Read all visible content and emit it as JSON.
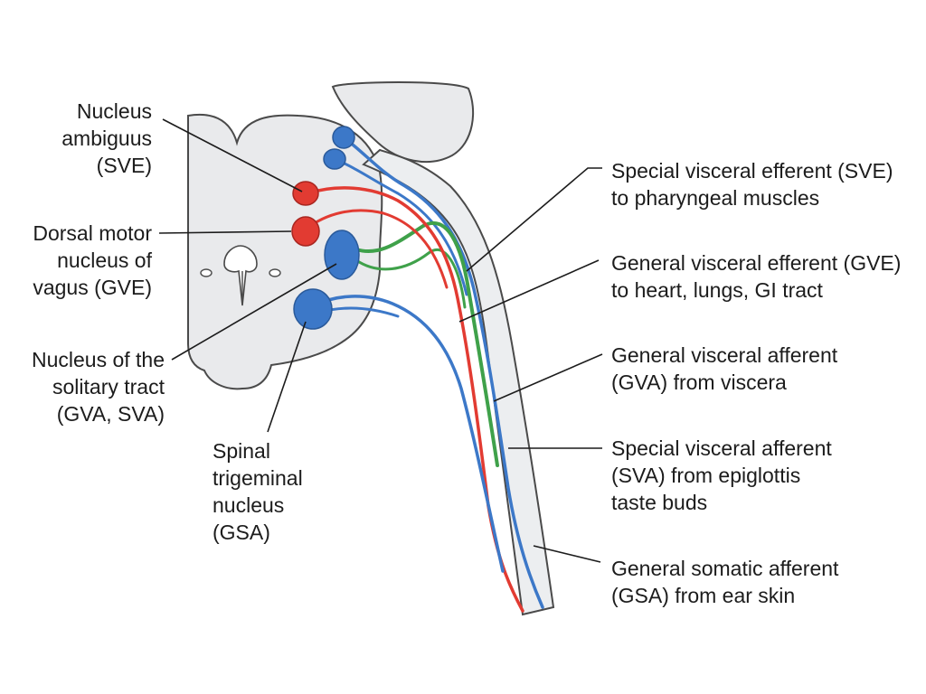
{
  "labels": {
    "nucleus_ambiguus": [
      "Nucleus",
      "ambiguus",
      "(SVE)"
    ],
    "dorsal_motor": [
      "Dorsal motor",
      "nucleus of",
      "vagus (GVE)"
    ],
    "solitary": [
      "Nucleus of the",
      "solitary tract",
      "(GVA, SVA)"
    ],
    "spinal_trigeminal": [
      "Spinal",
      "trigeminal",
      "nucleus",
      "(GSA)"
    ],
    "sve": [
      "Special visceral efferent (SVE)",
      "to pharyngeal muscles"
    ],
    "gve": [
      "General visceral efferent (GVE)",
      "to heart, lungs, GI tract"
    ],
    "gva": [
      "General visceral afferent",
      "(GVA) from viscera"
    ],
    "sva": [
      "Special visceral afferent",
      "(SVA) from epiglottis",
      "taste buds"
    ],
    "gsa": [
      "General somatic afferent",
      "(GSA) from ear skin"
    ]
  },
  "colors": {
    "efferent": "#e23b32",
    "afferent": "#3c78c8",
    "visceral_green": "#3fa14a",
    "tissue": "#e9eaec",
    "outline": "#4a4a4a"
  }
}
